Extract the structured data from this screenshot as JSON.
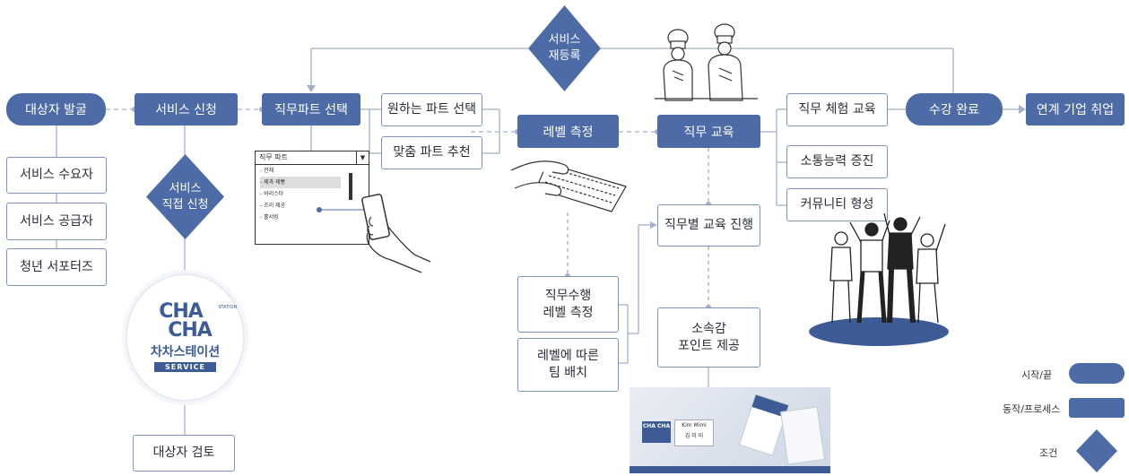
{
  "nodes": {
    "target_discovery": "대상자 발굴",
    "service_apply": "서비스 신청",
    "job_part_select": "직무파트 선택",
    "desired_part_select": "원하는 파트 선택",
    "custom_part_recommend": "맞춤 파트 추천",
    "level_measure": "레벨 측정",
    "job_education": "직무 교육",
    "job_experience_edu": "직무 체험 교육",
    "communication_boost": "소통능력 증진",
    "community_forming": "커뮤니티 형성",
    "course_complete": "수강 완료",
    "partner_employment": "연계 기업 취업",
    "service_reregister": "서비스\n재등록",
    "service_demander": "서비스 수요자",
    "service_provider": "서비스 공급자",
    "youth_supporters": "청년 서포터즈",
    "service_direct_apply": "서비스\n직접 신청",
    "target_review": "대상자 검토",
    "job_level_measure": "직무수행\n레벨 측정",
    "team_by_level": "레벨에 따른\n팀 배치",
    "job_edu_progress": "직무별 교육 진행",
    "belonging_points": "소속감\n포인트 제공"
  },
  "logo": {
    "line1": "CHA",
    "line2": "CHA",
    "station": "STATION",
    "korean": "차차스테이션",
    "service": "SERVICE"
  },
  "dropdown_sketch": {
    "header": "직무 파트",
    "items": [
      "- 전체",
      "- 제과 제빵",
      "- 바리스타",
      "- 조리 제공",
      "- 홀서빙"
    ]
  },
  "card_sketch": {
    "brand": "CHA CHA",
    "name": "Kim Mimi\n김 미 미"
  },
  "legend": {
    "start_end": "시작/끝",
    "process": "동작/프로세스",
    "condition": "조건"
  },
  "colors": {
    "primary": "#4d6ba6",
    "border": "#7d93c2",
    "line": "#9aa7c4"
  }
}
